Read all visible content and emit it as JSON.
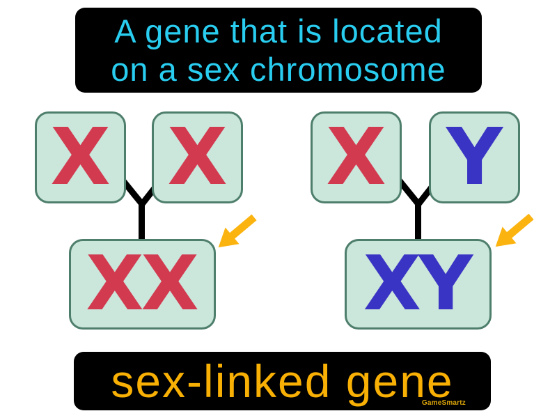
{
  "title_banner": {
    "line1": "A gene that is located",
    "line2": "on a sex chromosome",
    "text_color": "#29cdf0",
    "bg_color": "#000000"
  },
  "term_banner": {
    "text": "sex-linked gene",
    "text_color": "#f9b005",
    "bg_color": "#000000"
  },
  "watermark": {
    "text": "GameSmartz",
    "color": "#dca50a"
  },
  "pedigree": {
    "female_cross": {
      "parent1": "X",
      "parent2": "X",
      "offspring": "XX"
    },
    "male_cross": {
      "parent1": "X",
      "parent2": "Y",
      "offspring": "XY"
    }
  },
  "colors": {
    "x_chromosome": "#d23a50",
    "y_chromosome": "#3a34c4",
    "box_fill": "#cbe6db",
    "box_border": "#4e7e6c",
    "connector": "#000000",
    "arrow": "#fbb310"
  }
}
